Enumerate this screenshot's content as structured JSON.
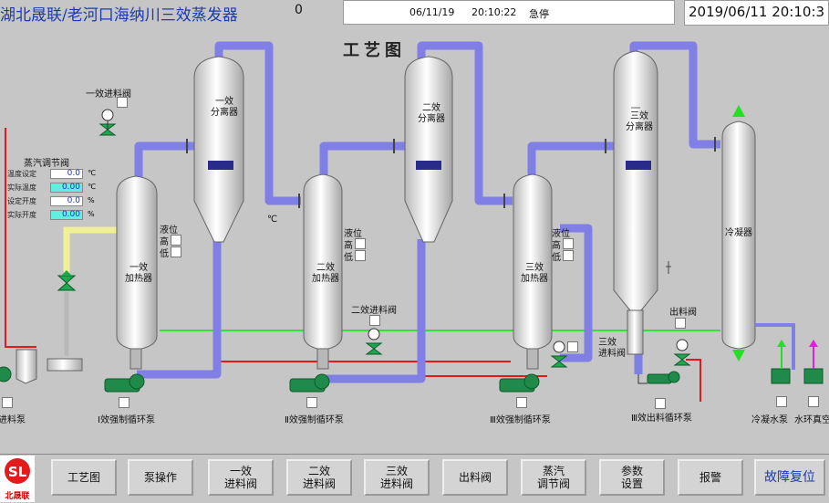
{
  "header": {
    "title": "湖北晟联/老河口海纳川三效蒸发器",
    "counter": "0",
    "status_date": "06/11/19",
    "status_time": "20:10:22",
    "status_text": "急停",
    "clock": "2019/06/11 20:10:3"
  },
  "page_title": "工艺图",
  "vessels": {
    "sep1": "一效\n分离器",
    "sep2": "二效\n分离器",
    "sep3": "三效\n分离器",
    "heat1": "一效\n加热器",
    "heat2": "二效\n加热器",
    "heat3": "三效\n加热器",
    "condenser": "冷凝器"
  },
  "labels": {
    "feed_valve_1": "一效进料阀",
    "feed_valve_2": "二效进料阀",
    "feed_valve_3": "三效\n进料阀",
    "discharge_valve": "出料阀",
    "temp_unit": "℃",
    "level": "液位",
    "high": "高",
    "low": "低",
    "pump1": "Ⅰ效强制循环泵",
    "pump2": "Ⅱ效强制循环泵",
    "pump3": "Ⅲ效强制循环泵",
    "pump_out": "Ⅲ效出料循环泵",
    "pump_cond": "冷凝水泵",
    "pump_water_ring": "水环真空",
    "pump_feed": "进料泵"
  },
  "steam_valve": {
    "title": "蒸汽调节阀",
    "rows": [
      {
        "label": "温度设定",
        "value": "0.0",
        "unit": "℃"
      },
      {
        "label": "实际温度",
        "value": "0.00",
        "unit": "℃"
      },
      {
        "label": "设定开度",
        "value": "0.0",
        "unit": "%"
      },
      {
        "label": "实际开度",
        "value": "0.00",
        "unit": "%"
      }
    ]
  },
  "nav": {
    "logo_text": "北晟联",
    "buttons": [
      "工艺图",
      "泵操作",
      "一效\n进料阀",
      "二效\n进料阀",
      "三效\n进料阀",
      "出料阀",
      "蒸汽\n调节阀",
      "参数\n设置",
      "报警"
    ],
    "reset": "故障复位"
  },
  "colors": {
    "pipe": "#7f7fe6",
    "steam_pipe": "#f0f098",
    "water_line": "#33e033",
    "hot_line": "#e61919",
    "valve": "#1fa84e",
    "pump": "#1f8a4a",
    "background": "#c6c6c6"
  }
}
